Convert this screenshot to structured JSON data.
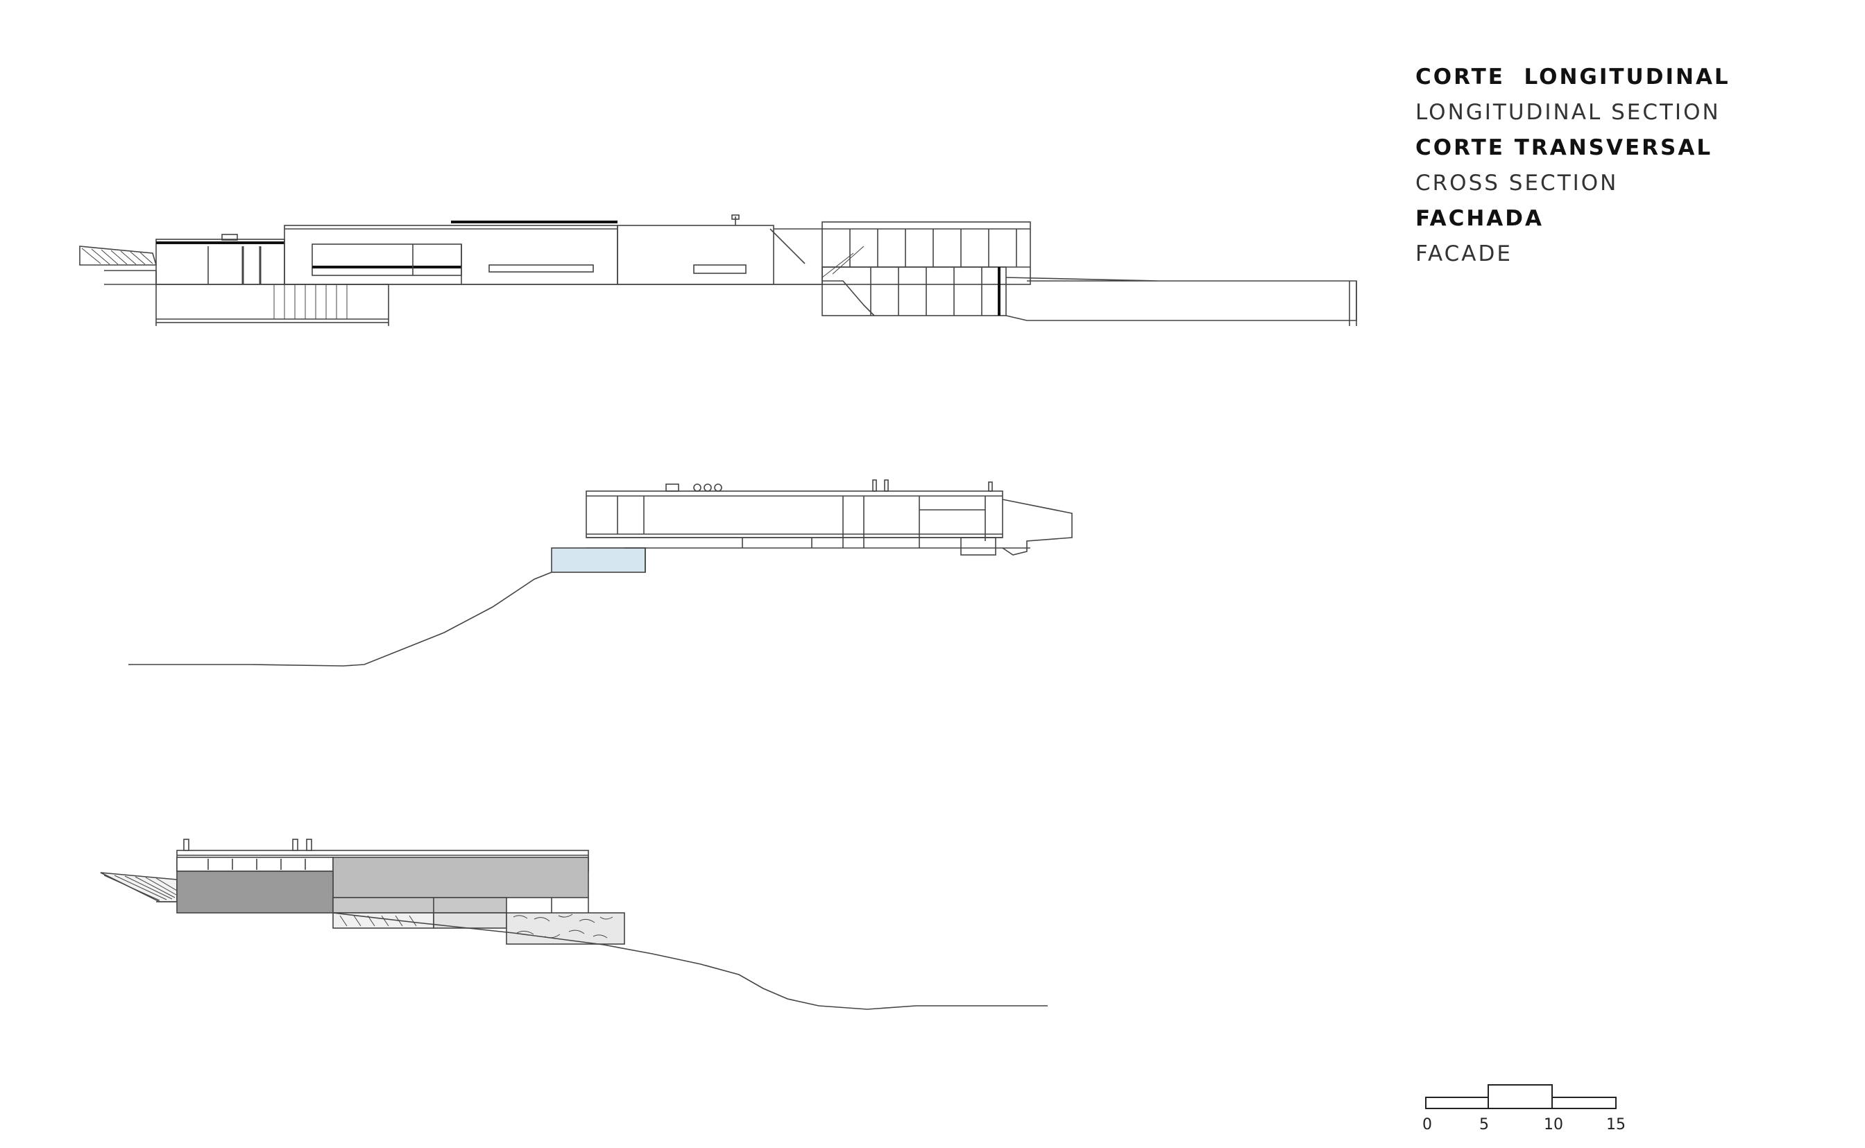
{
  "legend": {
    "items": [
      {
        "es": "CORTE  LONGITUDINAL",
        "en": "LONGITUDINAL SECTION"
      },
      {
        "es": "CORTE TRANSVERSAL",
        "en": "CROSS SECTION"
      },
      {
        "es": "FACHADA",
        "en": "FACADE"
      }
    ]
  },
  "scale_bar": {
    "ticks": [
      "0",
      "5",
      "10",
      "15"
    ]
  },
  "colors": {
    "line": "#444444",
    "facade_dark": "#9a9a9a",
    "facade_mid": "#bdbdbd",
    "pool": "#d6e6ee"
  }
}
